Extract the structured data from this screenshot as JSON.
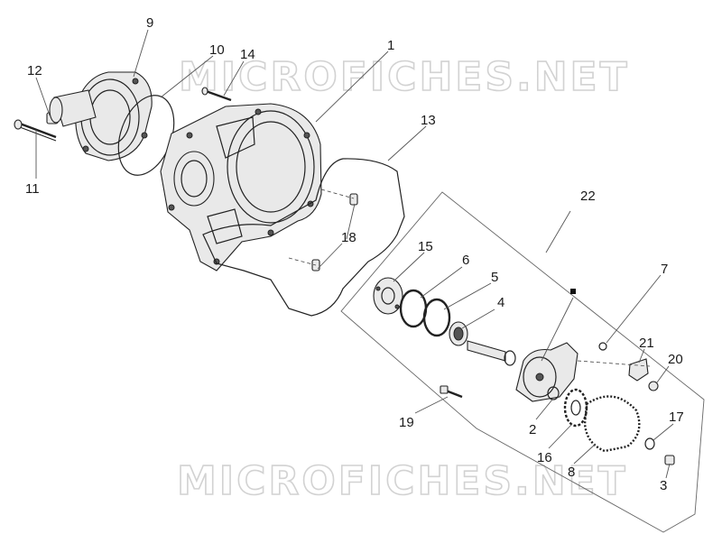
{
  "watermark": {
    "top": "MICROFICHES.NET",
    "bottom": "MICROFICHES.NET"
  },
  "callouts": {
    "c1": "1",
    "c2": "2",
    "c3": "3",
    "c4": "4",
    "c5": "5",
    "c6": "6",
    "c7": "7",
    "c8": "8",
    "c9": "9",
    "c10": "10",
    "c11": "11",
    "c12": "12",
    "c13": "13",
    "c14": "14",
    "c15": "15",
    "c16": "16",
    "c17": "17",
    "c18": "18",
    "c19": "19",
    "c20": "20",
    "c21": "21",
    "c22": "22"
  },
  "colors": {
    "line": "#222222",
    "watermark": "#d2d2d2",
    "background": "#ffffff"
  }
}
